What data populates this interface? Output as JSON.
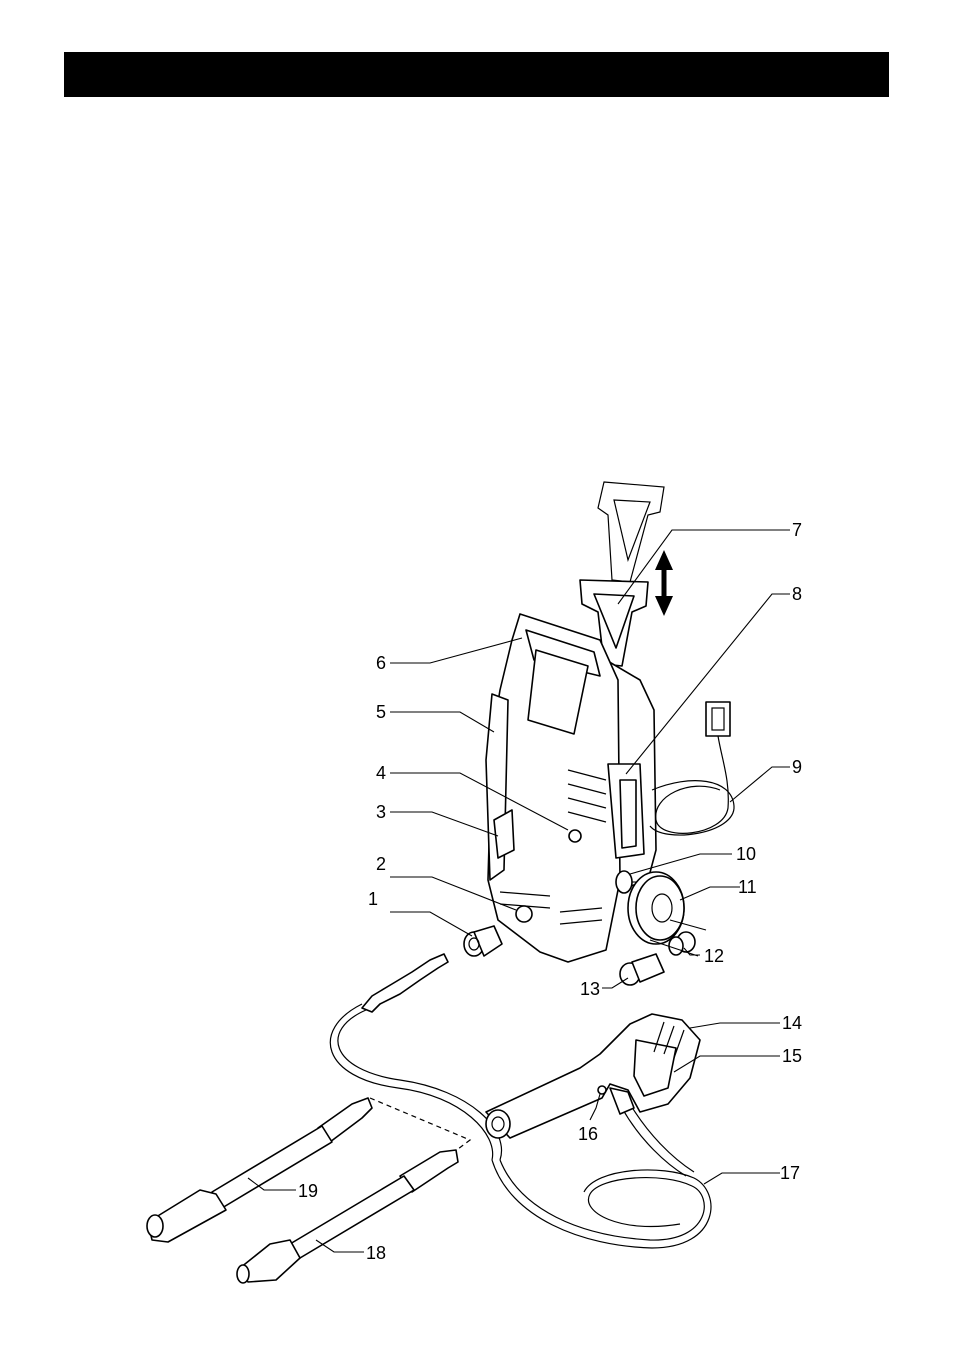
{
  "header": {
    "text": ""
  },
  "diagram": {
    "callouts": [
      {
        "id": "1",
        "label": "1"
      },
      {
        "id": "2",
        "label": "2"
      },
      {
        "id": "3",
        "label": "3"
      },
      {
        "id": "4",
        "label": "4"
      },
      {
        "id": "5",
        "label": "5"
      },
      {
        "id": "6",
        "label": "6"
      },
      {
        "id": "7",
        "label": "7"
      },
      {
        "id": "8",
        "label": "8"
      },
      {
        "id": "9",
        "label": "9"
      },
      {
        "id": "10",
        "label": "10"
      },
      {
        "id": "11",
        "label": "11"
      },
      {
        "id": "12",
        "label": "12"
      },
      {
        "id": "13",
        "label": "13"
      },
      {
        "id": "14",
        "label": "14"
      },
      {
        "id": "15",
        "label": "15"
      },
      {
        "id": "16",
        "label": "16"
      },
      {
        "id": "17",
        "label": "17"
      },
      {
        "id": "18",
        "label": "18"
      },
      {
        "id": "19",
        "label": "19"
      }
    ]
  }
}
